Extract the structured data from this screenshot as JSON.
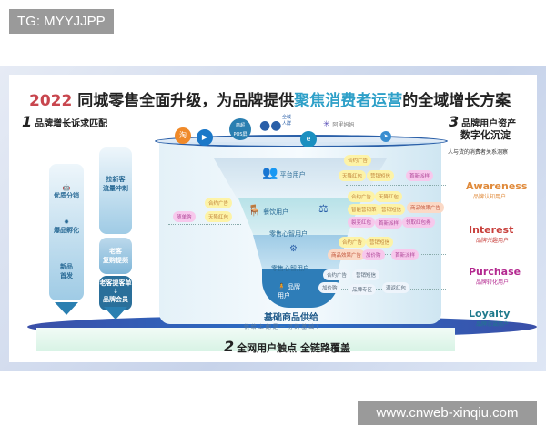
{
  "watermarks": {
    "top": "TG: MYYJJPP",
    "bottom": "www.cnweb-xinqiu.com"
  },
  "title": {
    "year": "2022",
    "part1": " 同城零售全面升级，为品牌提供",
    "highlight": "聚焦消费者运营",
    "part2": "的全域增长方案"
  },
  "section1": {
    "num": "1",
    "label": "品牌增长诉求匹配",
    "col1": [
      "优质分销",
      "爆品孵化",
      "新品\n首发"
    ],
    "col2": [
      "拉新客\n流量冲刺",
      "老客\n复购提频",
      "老客提客单\n↓\n品牌会员"
    ]
  },
  "section2": {
    "num": "2",
    "label": "全网用户触点 全链路覆盖"
  },
  "section3": {
    "num": "3",
    "label1": "品牌用户资产",
    "label2": "数字化沉淀",
    "sub": "人与货的消费者关系洞察",
    "aipl": [
      {
        "en": "Awareness",
        "cn": "品牌认知用户",
        "color": "#e08a3a"
      },
      {
        "en": "Interest",
        "cn": "品牌兴趣用户",
        "color": "#c8403c"
      },
      {
        "en": "Purchase",
        "cn": "品牌转化用户",
        "color": "#b3288f"
      },
      {
        "en": "Loyalty",
        "cn": "品牌忠诚用户",
        "color": "#1f7a8c"
      }
    ]
  },
  "top_icons": {
    "pos": "商超\nPOS屏",
    "crowd": "全域\n人群",
    "alimama": "阿里妈妈"
  },
  "funnel": {
    "layers": [
      "平台用户",
      "餐饮用户",
      "零售心智用户",
      "零售心智用户",
      "品牌\n用户"
    ],
    "base": "基础商品供给",
    "base_sub": "供 给 上 翻 是 一 切 的 基 础 !"
  },
  "tags": {
    "platform": [
      "合约广告",
      "天降红包",
      "营销短信",
      "首新派样"
    ],
    "dining": [
      "合约广告",
      "天降红包",
      "随单购"
    ],
    "retail": [
      "合约广告",
      "天降红包",
      "智能营销策",
      "营销短信",
      "商品效果广告",
      "裂变红包",
      "首新派样",
      "领取红包券"
    ],
    "mind": [
      "合约广告",
      "营销短信",
      "商品效果广告",
      "加价购",
      "首新派样"
    ],
    "brand": [
      "合约广告",
      "营销短信",
      "加价购",
      "品牌专区",
      "满返红包"
    ]
  }
}
